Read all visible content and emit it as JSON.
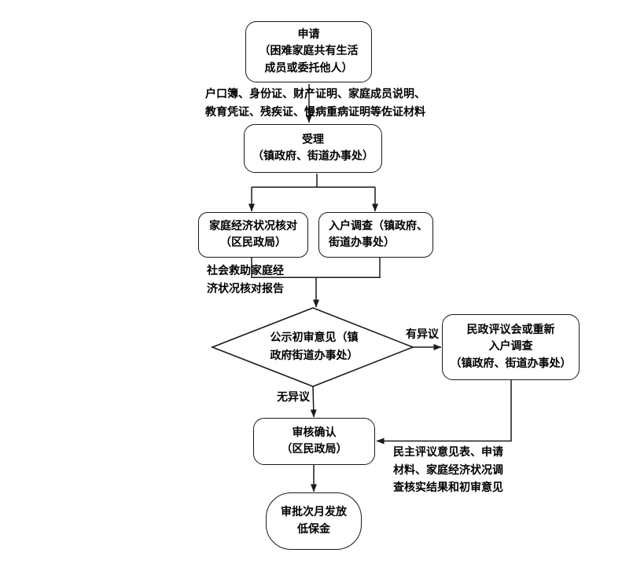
{
  "page": {
    "background_color": "#ffffff",
    "line_color": "#1a1a1a",
    "text_color": "#000000"
  },
  "flowchart": {
    "nodes": {
      "apply": {
        "lines": [
          "申请",
          "（困难家庭共有生活",
          "成员或委托他人）"
        ]
      },
      "accept": {
        "lines": [
          "受理",
          "（镇政府、街道办事处）"
        ]
      },
      "economic_check": {
        "lines": [
          "家庭经济状况核对",
          "（区民政局）"
        ]
      },
      "home_visit": {
        "lines": [
          "入户调查（镇政府、",
          "街道办事处）"
        ]
      },
      "publicity_decision": {
        "lines": [
          "公示初审意见（镇",
          "政府街道办事处）"
        ]
      },
      "reassess": {
        "lines": [
          "民政评议会或重新",
          "入户调查",
          "（镇政府、街道办事处）"
        ]
      },
      "confirm": {
        "lines": [
          "审核确认",
          "（区民政局）"
        ]
      },
      "grant": {
        "lines": [
          "审批次月发放",
          "低保金"
        ]
      }
    },
    "labels": {
      "documents": {
        "lines": [
          "户口簿、身份证、财产证明、家庭成员说明、",
          "教育凭证、残疾证、慢病重病证明等佐证材料"
        ]
      },
      "report": {
        "lines": [
          "社会救助家庭经",
          "济状况核对报告"
        ]
      },
      "objection": "有异议",
      "no_objection": "无异议",
      "evidence": {
        "lines": [
          "民主评议意见表、申请",
          "材料、家庭经济状况调",
          "查核实结果和初审意见"
        ]
      }
    }
  }
}
